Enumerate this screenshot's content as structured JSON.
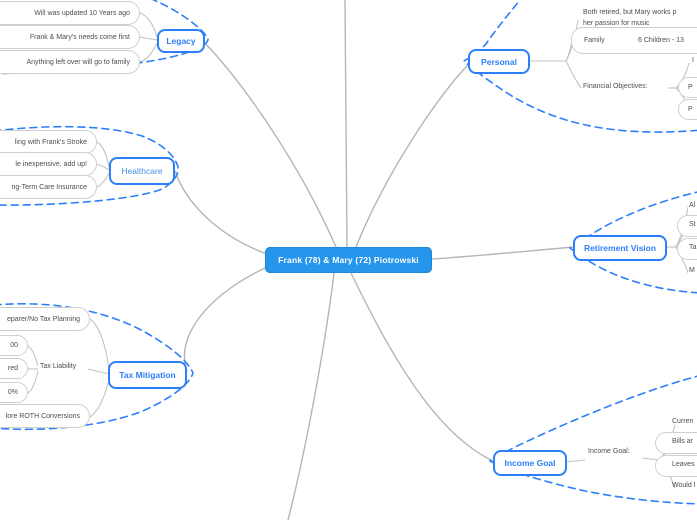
{
  "colors": {
    "accent_blue": "#2d7ff9",
    "center_node_fill": "#2596ec",
    "connector_gray": "#b5b5b5",
    "bubble_border": "#cfcfcf",
    "item_text": "#4d4d4d"
  },
  "center": {
    "label": "Frank (78) & Mary (72) Piotrowski"
  },
  "legacy": {
    "label": "Legacy",
    "items": [
      "Will was updated 10 Years ago",
      "Frank & Mary's needs come first",
      "Anything left over will go to family"
    ]
  },
  "personal": {
    "label": "Personal",
    "note_line1": "Both retired, but Mary works p",
    "note_line2": "her passion for music",
    "family_label": "Family",
    "family_value": "6 Children - 13",
    "financial_label": "Financial Objectives:",
    "financial_items": [
      "I",
      "P",
      "P"
    ]
  },
  "healthcare": {
    "label": "Healthcare",
    "items": [
      "ling with Frank's Stroke",
      "le inexpensive, add up!",
      "ng-Term Care Insurance"
    ]
  },
  "tax": {
    "label": "Tax Mitigation",
    "item_top": "eparer/No Tax Planning",
    "liability_label": "Tax Liability",
    "liability_items": [
      "00",
      "red",
      "0%"
    ],
    "item_bottom": "lore ROTH Conversions"
  },
  "retirement": {
    "label": "Retirement Vision",
    "items": [
      "Al",
      "St",
      "Ta",
      "M"
    ]
  },
  "income": {
    "label": "Income Goal",
    "goal_label": "Income Goal:",
    "items": [
      "Curren",
      "Bills ar",
      "Leaves",
      "Would l"
    ]
  }
}
